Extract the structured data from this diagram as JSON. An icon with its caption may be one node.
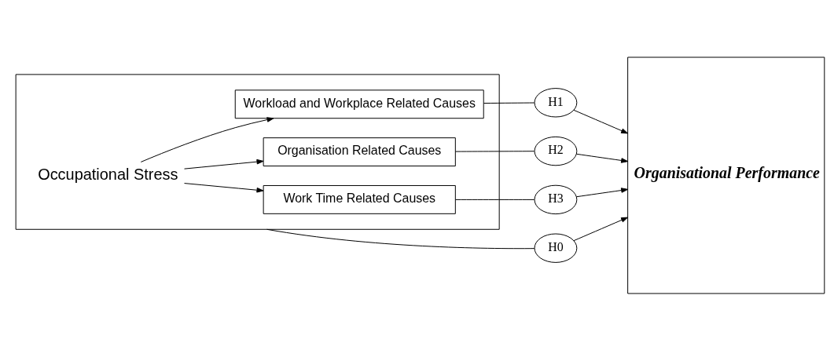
{
  "diagram": {
    "nodes": [
      {
        "text": [],
        "shape": "box"
      },
      {
        "text": [
          "Occupational Stress"
        ],
        "in": 0
      },
      {
        "text": [
          "Workload and Workplace Related Causes"
        ],
        "in": 0
      },
      {
        "text": [
          "Organisation Related Causes"
        ],
        "in": 0
      },
      {
        "text": [
          "Work Time Related Causes"
        ],
        "in": 0
      },
      {
        "text": [
          "Organisational Performance"
        ]
      },
      {
        "text": [
          "H1"
        ]
      },
      {
        "text": [
          "H2"
        ]
      },
      {
        "text": [
          "H3"
        ]
      },
      {
        "text": [
          "H0"
        ]
      }
    ],
    "edges": [
      {
        "from": 1,
        "to": 2,
        "arrow": "to"
      },
      {
        "from": 1,
        "to": 3,
        "arrow": "to"
      },
      {
        "from": 1,
        "to": 4,
        "arrow": "to"
      },
      {
        "from": 2,
        "to": 6,
        "arrow": "none"
      },
      {
        "from": 6,
        "to": 5,
        "arrow": "to"
      },
      {
        "from": 3,
        "to": 7,
        "arrow": "none"
      },
      {
        "from": 7,
        "to": 5,
        "arrow": "to"
      },
      {
        "from": 4,
        "to": 8,
        "arrow": "none"
      },
      {
        "from": 8,
        "to": 5,
        "arrow": "to"
      },
      {
        "from": 0,
        "to": 9,
        "arrow": "none"
      },
      {
        "from": 9,
        "to": 5,
        "arrow": "to"
      }
    ]
  }
}
